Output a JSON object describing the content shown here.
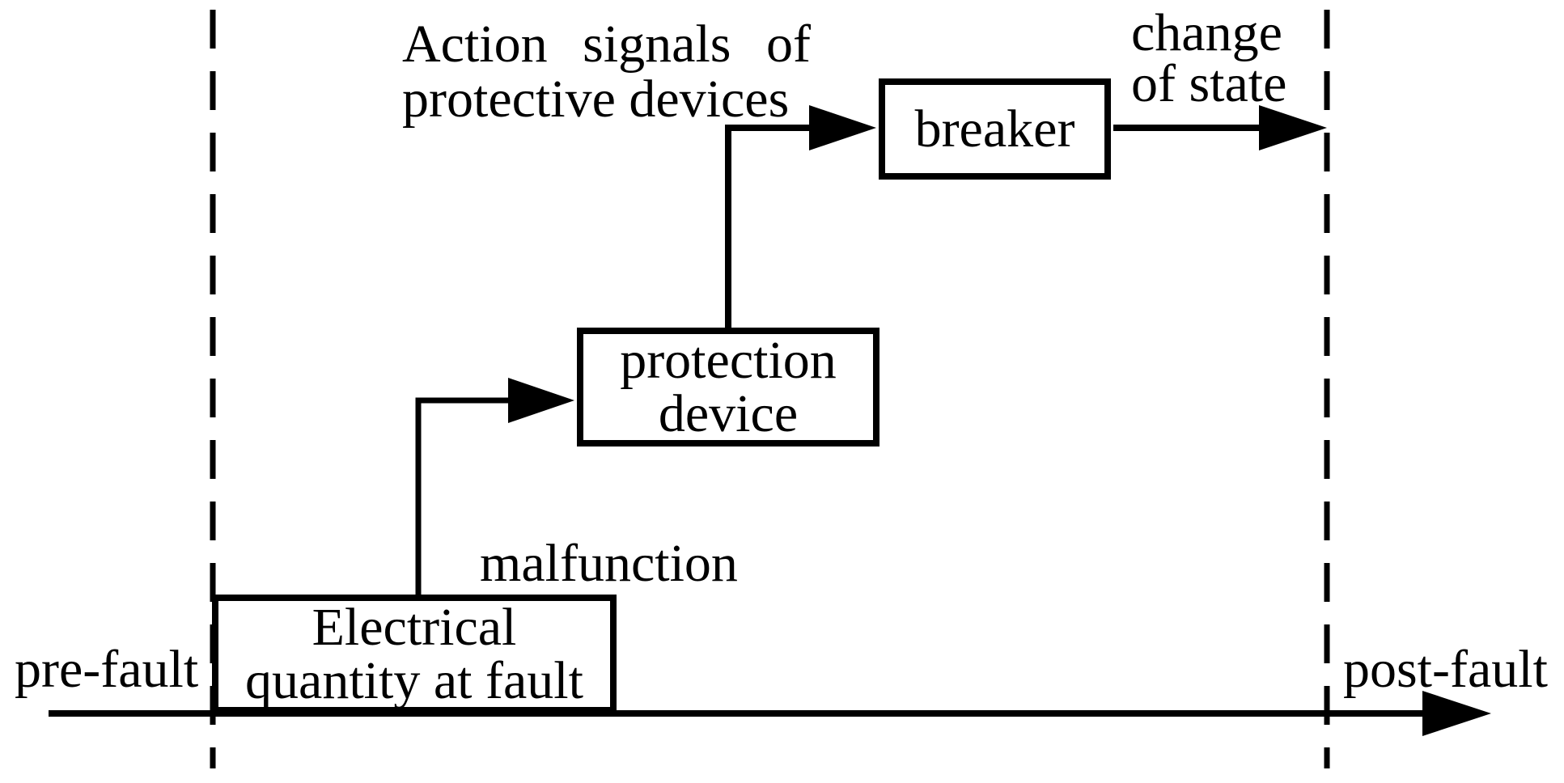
{
  "diagram": {
    "type": "fault-timeline-flow",
    "colors": {
      "ink": "#000000",
      "background": "#ffffff"
    },
    "timeline": {
      "pre_label": "pre-fault",
      "post_label": "post-fault"
    },
    "nodes": [
      {
        "id": "electrical-quantity",
        "lines": [
          "Electrical",
          "quantity at fault"
        ]
      },
      {
        "id": "protection-device",
        "lines": [
          "protection",
          "device"
        ]
      },
      {
        "id": "breaker",
        "lines": [
          "breaker"
        ]
      }
    ],
    "labels": {
      "action_signals_line1": "Action signals of",
      "action_signals_line2": "protective devices",
      "change_line1": "change",
      "change_line2": "of state",
      "malfunction": "malfunction"
    },
    "edges": [
      {
        "from": "electrical-quantity",
        "to": "protection-device",
        "label": "malfunction"
      },
      {
        "from": "protection-device",
        "to": "breaker",
        "label": "Action signals of protective devices"
      },
      {
        "from": "breaker",
        "to": "post-fault-boundary",
        "label": "change of state"
      }
    ]
  }
}
